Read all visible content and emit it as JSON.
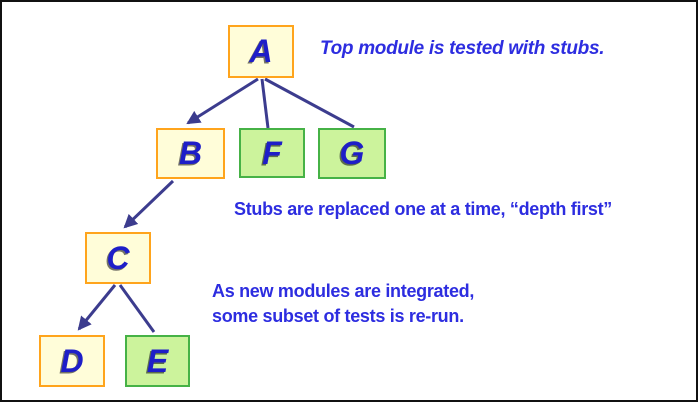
{
  "tree": {
    "nodes": [
      {
        "id": "A",
        "label": "A",
        "kind": "module"
      },
      {
        "id": "B",
        "label": "B",
        "kind": "module"
      },
      {
        "id": "F",
        "label": "F",
        "kind": "stub"
      },
      {
        "id": "G",
        "label": "G",
        "kind": "stub"
      },
      {
        "id": "C",
        "label": "C",
        "kind": "module"
      },
      {
        "id": "D",
        "label": "D",
        "kind": "module"
      },
      {
        "id": "E",
        "label": "E",
        "kind": "stub"
      }
    ],
    "edges": [
      {
        "from": "A",
        "to": "B",
        "arrow": true
      },
      {
        "from": "A",
        "to": "F",
        "arrow": false
      },
      {
        "from": "A",
        "to": "G",
        "arrow": false
      },
      {
        "from": "B",
        "to": "C",
        "arrow": true
      },
      {
        "from": "C",
        "to": "D",
        "arrow": true
      },
      {
        "from": "C",
        "to": "E",
        "arrow": false
      }
    ]
  },
  "annotations": {
    "stubs": "Top module is tested with stubs.",
    "depth_first": "Stubs are replaced one at a time, “depth first”",
    "integrated_line1": "As new modules are integrated,",
    "integrated_line2": "some subset of tests is re-run."
  },
  "colors": {
    "background": "#FFFFFF",
    "frame_border": "#111111",
    "module_fill": "#FFFDD9",
    "module_border": "#FFA41C",
    "stub_fill": "#CCF39C",
    "stub_border": "#46B246",
    "edge": "#3C3C8E",
    "node_text": "#1E1EC8",
    "annotation_text": "#2D2DE0"
  }
}
